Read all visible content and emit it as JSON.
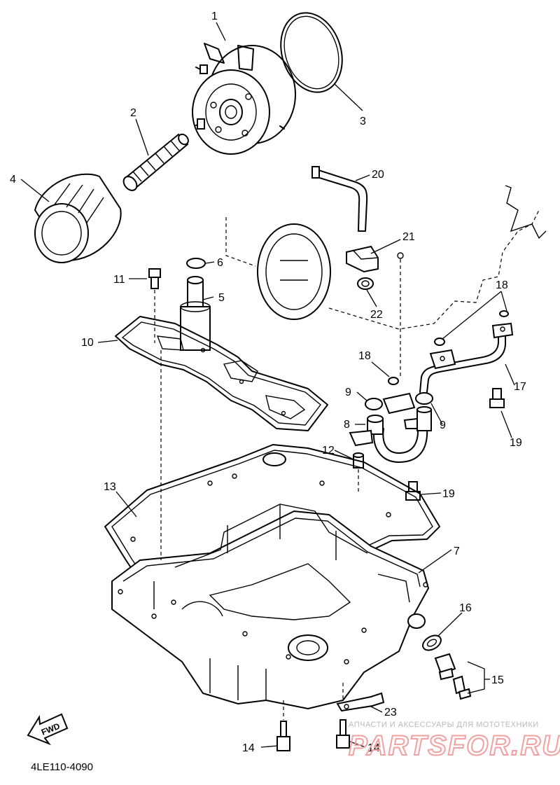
{
  "diagram": {
    "code": "4LE110-4090",
    "fwd_label": "FWD",
    "watermark": {
      "caption": "АПЧАСТИ И АКСЕССУАРЫ ДЛЯ МОТОТЕХНИКИ",
      "brand": "PARTSFOR.RU"
    },
    "callouts": [
      {
        "id": "c1",
        "label": "1"
      },
      {
        "id": "c2",
        "label": "2"
      },
      {
        "id": "c3",
        "label": "3"
      },
      {
        "id": "c4",
        "label": "4"
      },
      {
        "id": "c5",
        "label": "5"
      },
      {
        "id": "c6",
        "label": "6"
      },
      {
        "id": "c7",
        "label": "7"
      },
      {
        "id": "c8",
        "label": "8"
      },
      {
        "id": "c9a",
        "label": "9"
      },
      {
        "id": "c9b",
        "label": "9"
      },
      {
        "id": "c10",
        "label": "10"
      },
      {
        "id": "c11",
        "label": "11"
      },
      {
        "id": "c12",
        "label": "12"
      },
      {
        "id": "c13",
        "label": "13"
      },
      {
        "id": "c14a",
        "label": "14"
      },
      {
        "id": "c14b",
        "label": "14"
      },
      {
        "id": "c15",
        "label": "15"
      },
      {
        "id": "c16",
        "label": "16"
      },
      {
        "id": "c17",
        "label": "17"
      },
      {
        "id": "c18a",
        "label": "18"
      },
      {
        "id": "c18b",
        "label": "18"
      },
      {
        "id": "c19a",
        "label": "19"
      },
      {
        "id": "c19b",
        "label": "19"
      },
      {
        "id": "c20",
        "label": "20"
      },
      {
        "id": "c21",
        "label": "21"
      },
      {
        "id": "c22",
        "label": "22"
      },
      {
        "id": "c23",
        "label": "23"
      }
    ]
  }
}
